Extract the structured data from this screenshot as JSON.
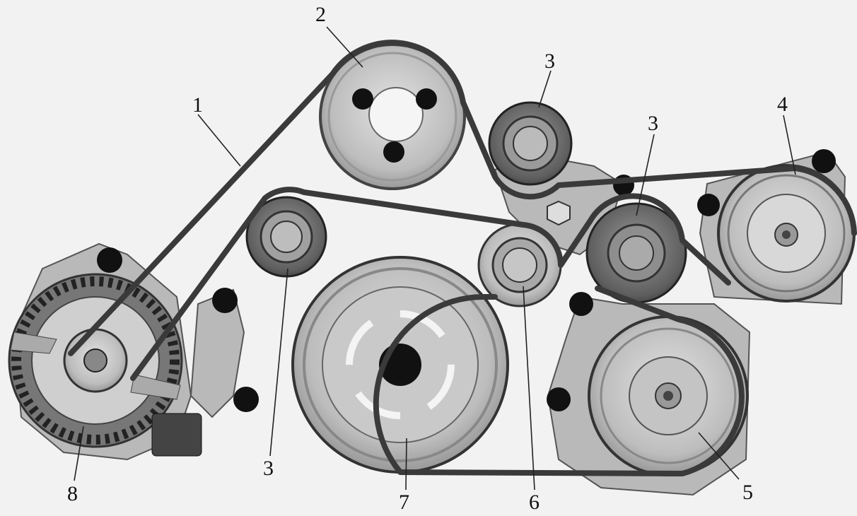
{
  "callouts": [
    {
      "id": "belt",
      "label": "1"
    },
    {
      "id": "crankshaft-upper-pulley",
      "label": "2"
    },
    {
      "id": "idler-pulley",
      "label": "3"
    },
    {
      "id": "power-steering-pump",
      "label": "4"
    },
    {
      "id": "ac-compressor",
      "label": "5"
    },
    {
      "id": "tensioner-pulley",
      "label": "6"
    },
    {
      "id": "crankshaft-pulley",
      "label": "7"
    },
    {
      "id": "alternator",
      "label": "8"
    }
  ],
  "colors": {
    "background": "#f2f2f2",
    "belt": "#3a3a3a",
    "pulley_light": "#cfcfcf",
    "pulley_mid": "#a8a8a8",
    "pulley_dark": "#5a5a5a",
    "hole": "#111111"
  }
}
